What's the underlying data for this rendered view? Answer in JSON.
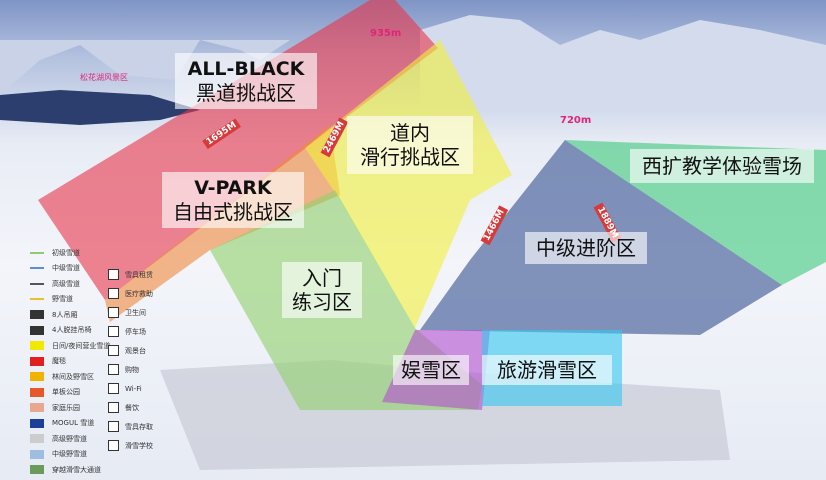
{
  "map": {
    "zones": [
      {
        "id": "all-black",
        "title": "ALL-BLACK",
        "subtitle": "黑道挑战区",
        "color": "#e8364a"
      },
      {
        "id": "v-park",
        "title": "V-PARK",
        "subtitle": "自由式挑战区",
        "color": "#f0883c"
      },
      {
        "id": "daonei",
        "title": "道内",
        "subtitle": "滑行挑战区",
        "color": "#f2f03a"
      },
      {
        "id": "beginner",
        "title": "入门",
        "subtitle": "练习区",
        "color": "#8fd06a"
      },
      {
        "id": "intermediate",
        "title": "中级进阶区",
        "color": "#34508f"
      },
      {
        "id": "west",
        "title": "西扩教学体验雪场",
        "color": "#3cc97a"
      },
      {
        "id": "fun",
        "title": "娱雪区",
        "color": "#b44fd0"
      },
      {
        "id": "tour",
        "title": "旅游滑雪区",
        "color": "#33c8f0"
      }
    ],
    "altitudes": [
      "935m",
      "720m"
    ],
    "lifts": [
      "1695M",
      "2469M",
      "1466M",
      "1889M"
    ],
    "scenic_label": "松花湖风景区",
    "legend": {
      "items": [
        "初级雪道",
        "中级雪道",
        "高级雪道",
        "野雪道",
        "8人吊厢",
        "4人脱挂吊椅",
        "日间/夜间营业雪道",
        "魔毯",
        "林间及野雪区",
        "单板公园",
        "家庭乐园",
        "MOGUL 雪道",
        "高级野雪道",
        "中级野雪道",
        "穿越滑雪大通道"
      ],
      "colors": [
        "#8ccc6a",
        "#5b8fd0",
        "#555555",
        "#e8c030",
        "#333",
        "#333",
        "#f2e800",
        "#e02020",
        "#f0b400",
        "#e4582c",
        "#e8a890",
        "#1c3f9a",
        "#cccccc",
        "#9fbde0",
        "#6c9a5c"
      ],
      "facilities": [
        "雪具租赁",
        "医疗救助",
        "卫生间",
        "停车场",
        "观景台",
        "购物",
        "Wi-Fi",
        "餐饮",
        "雪具存取",
        "滑雪学校"
      ]
    }
  }
}
